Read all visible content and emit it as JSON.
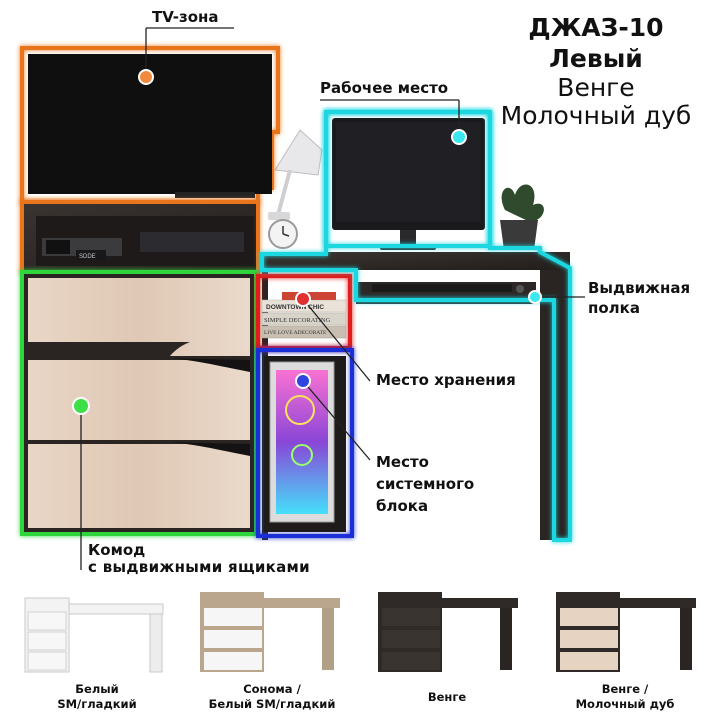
{
  "title": {
    "model": "ДЖАЗ-10",
    "variant": "Левый",
    "color_line1": "Венге",
    "color_line2": "Молочный дуб"
  },
  "zones": {
    "tv": "TV-зона",
    "workplace": "Рабочее место",
    "drawer_shelf_line1": "Выдвижная",
    "drawer_shelf_line2": "полка",
    "storage": "Место хранения",
    "system_unit_line1": "Место",
    "system_unit_line2": "системного",
    "system_unit_line3": "блока",
    "dresser_line1": "Комод",
    "dresser_line2": "с  выдвижными ящиками"
  },
  "book_titles": [
    "DOWNTOWN CHIC",
    "SIMPLE DECORATING",
    "LIVE LOVE ADECORATE"
  ],
  "device_label": "SDDE",
  "colors": {
    "tv_zone": "#e8741e",
    "workplace_zone": "#1fd6e0",
    "storage_zone": "#e01b1b",
    "system_zone": "#1b2fd6",
    "dresser_zone": "#2fd63a",
    "wenge": "#2b2624",
    "milk_oak": "#e7d3c2",
    "white": "#f4f4f4",
    "sonoma": "#b9a68c"
  },
  "swatches": [
    {
      "caption_line1": "Белый",
      "caption_line2": "SM/гладкий"
    },
    {
      "caption_line1": "Сонома /",
      "caption_line2": "Белый SM/гладкий"
    },
    {
      "caption_line1": "Венге",
      "caption_line2": ""
    },
    {
      "caption_line1": "Венге /",
      "caption_line2": "Молочный дуб"
    }
  ]
}
